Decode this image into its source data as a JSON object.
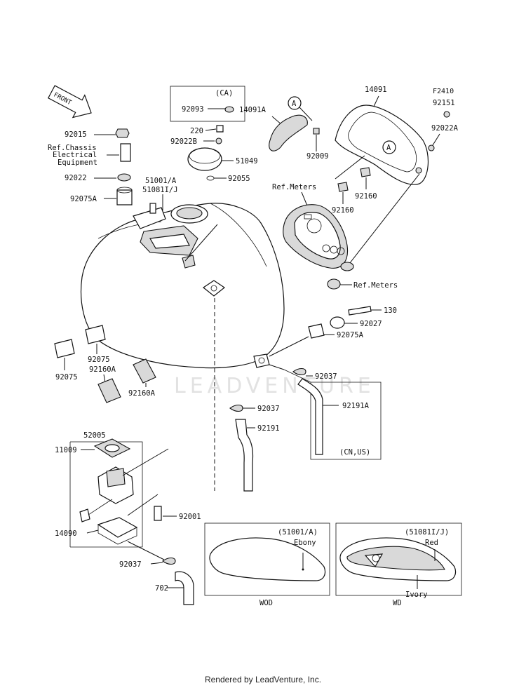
{
  "figure_code": "F2410",
  "watermark": "LEADVENTURE",
  "credit": "Rendered by LeadVenture, Inc.",
  "labels": {
    "front": "FRONT",
    "ca": "(CA)",
    "p92093": "92093",
    "p220": "220",
    "p92022b": "92022B",
    "p51049": "51049",
    "p92055": "92055",
    "p92015": "92015",
    "ref_chassis_1": "Ref.Chassis",
    "ref_chassis_2": "Electrical",
    "ref_chassis_3": "Equipment",
    "p92022": "92022",
    "p92075a_top": "92075A",
    "p51001a_top": "51001/A",
    "p51081ij_top": "51081I/J",
    "p14091a": "14091A",
    "callout_a": "A",
    "p92009": "92009",
    "p14091": "14091",
    "p92151": "92151",
    "p92022a": "92022A",
    "ref_meters_top": "Ref.Meters",
    "p92160_right": "92160",
    "p92160_mid": "92160",
    "ref_meters_bottom": "Ref.Meters",
    "p130": "130",
    "p92027": "92027",
    "p92075a_right": "92075A",
    "p92075_mid": "92075",
    "p92075_left": "92075",
    "p92160a_left": "92160A",
    "p92160a_right": "92160A",
    "p92037_right": "92037",
    "p92191a": "92191A",
    "cn_us": "(CN,US)",
    "p92037_mid": "92037",
    "p92191": "92191",
    "p52005": "52005",
    "p11009": "11009",
    "p92001": "92001",
    "p14090": "14090",
    "p92037_low": "92037",
    "p702": "702",
    "variant_left_code": "(51001/A)",
    "variant_left_color": "Ebony",
    "variant_left_name": "WOD",
    "variant_right_code": "(51081I/J)",
    "variant_right_color1": "Red",
    "variant_right_color2": "Ivory",
    "variant_right_name": "WD"
  }
}
